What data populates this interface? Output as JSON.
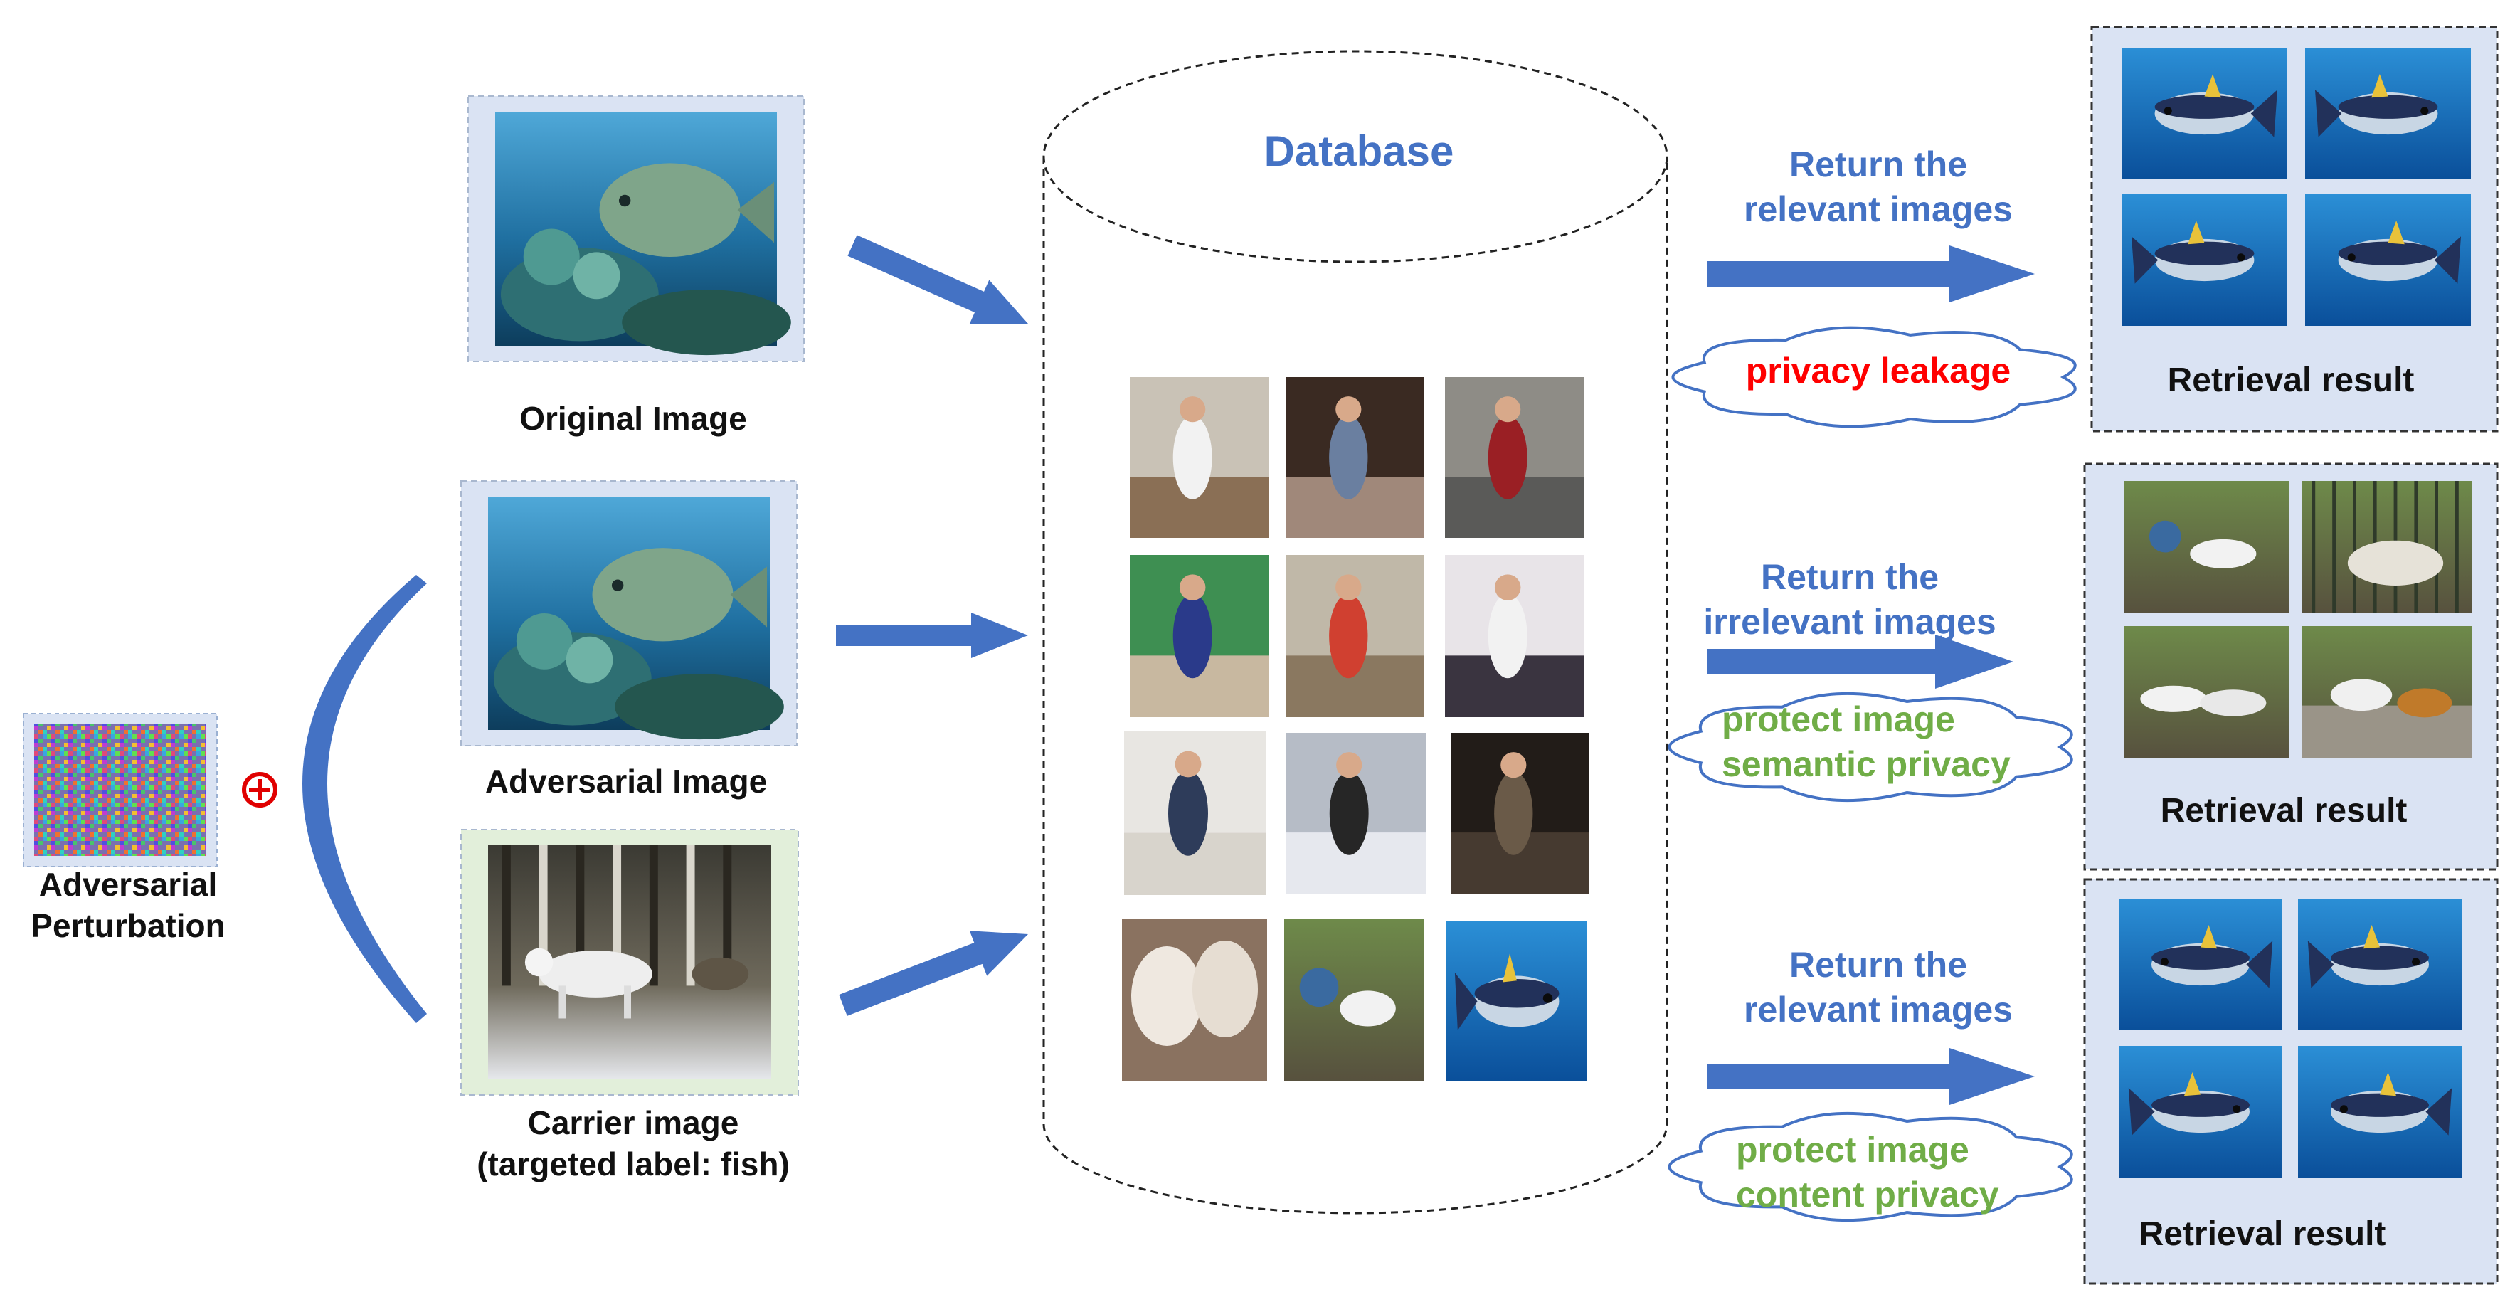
{
  "labels": {
    "adversarial_perturbation": [
      "Adversarial",
      "Perturbation"
    ],
    "original_image": "Original Image",
    "adversarial_image": "Adversarial Image",
    "carrier_image": [
      "Carrier image",
      "(targeted label: fish)"
    ],
    "database": "Database"
  },
  "outcomes": [
    {
      "caption": [
        "Return the",
        "relevant images"
      ],
      "cloud": [
        "privacy leakage"
      ],
      "cloud_color": "#ff0000",
      "result": "Retrieval result"
    },
    {
      "caption": [
        "Return the",
        "irrelevant images"
      ],
      "cloud": [
        "protect image",
        "semantic  privacy"
      ],
      "cloud_color": "#70ad47",
      "result": "Retrieval result"
    },
    {
      "caption": [
        "Return the",
        "relevant images"
      ],
      "cloud": [
        "protect image",
        "content  privacy"
      ],
      "cloud_color": "#70ad47",
      "result": "Retrieval result"
    }
  ],
  "colors": {
    "arrow": "#4472c4",
    "caption": "#4472c4",
    "plus": "#e00000",
    "frame_blue": "#dae3f3",
    "frame_green": "#e2efda"
  }
}
